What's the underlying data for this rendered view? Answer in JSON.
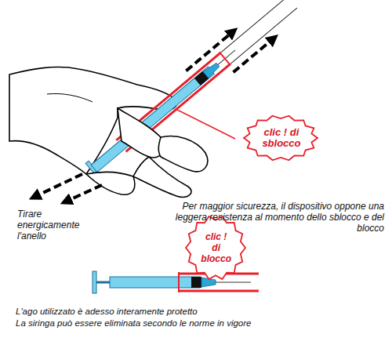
{
  "diagram": {
    "nodes": [
      {
        "text": [
          "clic ! di sblocco"
        ]
      },
      {
        "text": [
          "clic ! di blocco"
        ]
      }
    ],
    "labels": [
      "Tirare energicamente l'anello",
      "Per maggior sicurezza, il dispositivo oppone una leggera resistenza al momento dello sblocco e del blocco",
      "L'ago utilizzato è adesso interamente protetto",
      "La siringa può essere eliminata secondo le norme in vigore"
    ]
  }
}
